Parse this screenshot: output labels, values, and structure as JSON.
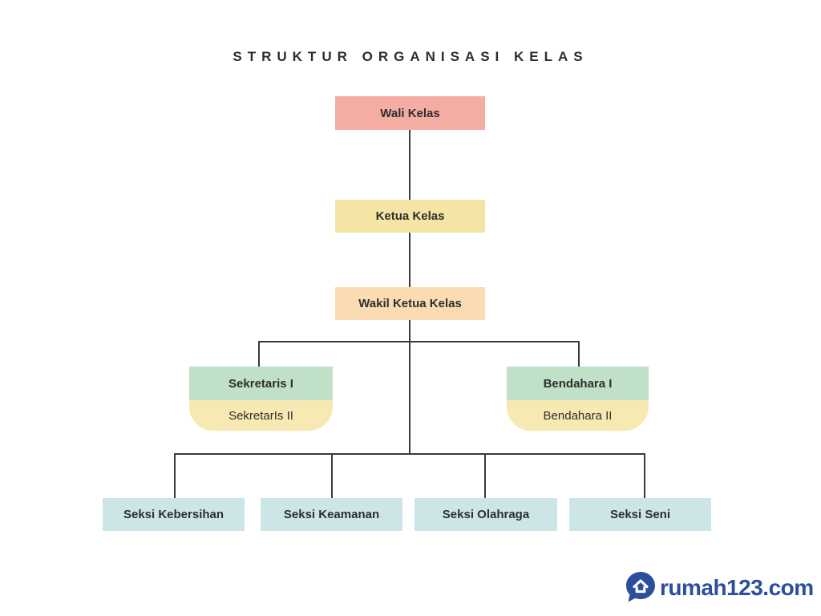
{
  "title": "STRUKTUR ORGANISASI KELAS",
  "org": {
    "wali_kelas": "Wali Kelas",
    "ketua_kelas": "Ketua Kelas",
    "wakil_ketua_kelas": "Wakil Ketua Kelas",
    "sekretaris_1": "Sekretaris I",
    "sekretaris_2": "SekretarIs II",
    "bendahara_1": "Bendahara I",
    "bendahara_2": "Bendahara II",
    "sections": [
      {
        "label": "Seksi Kebersihan"
      },
      {
        "label": "Seksi Keamanan"
      },
      {
        "label": "Seksi Olahraga"
      },
      {
        "label": "Seksi Seni"
      }
    ]
  },
  "colors": {
    "wali": "#F4ACA3",
    "ketua": "#F5E5A5",
    "wakil": "#FBDCB2",
    "tier1": "#C0E0C8",
    "tier2": "#F7E9B2",
    "seksi": "#CCE6E8",
    "line": "#3A3A3A",
    "brand": "#2C4F9D"
  },
  "footer": {
    "brand": "rumah123.com",
    "logo_icon": "map-pin-house-icon"
  }
}
